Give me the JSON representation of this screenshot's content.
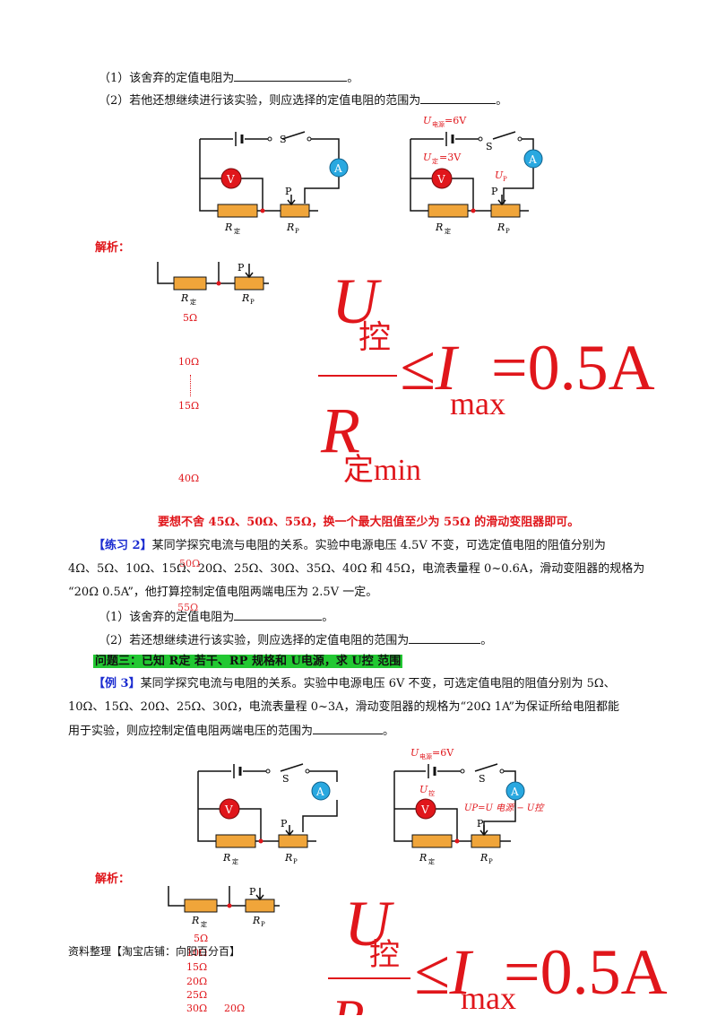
{
  "intro": {
    "q1": "（1）该舍弃的定值电阻为",
    "q1_end": "。",
    "q2": "（2）若他还想继续进行该实验，则应选择的定值电阻的范围为",
    "q2_end": "。"
  },
  "circuit_labels": {
    "switch": "S",
    "ammeter": "A",
    "voltmeter": "V",
    "slider": "P",
    "r_fixed": "R",
    "r_fixed_sub": "定",
    "r_p": "R",
    "r_p_sub": "P",
    "u_source": "U",
    "u_source_sub": "电源",
    "u_source_val": "=6V",
    "u_fixed": "U",
    "u_fixed_sub": "定",
    "u_fixed_val": "=3V",
    "u_p": "U",
    "u_p_sub": "P",
    "u_ctrl": "U",
    "u_ctrl_sub": "控",
    "up_formula": "UP=U 电源 − U控"
  },
  "analysis1": {
    "label": "解析：",
    "resistors": [
      "5Ω",
      "10Ω",
      "15Ω",
      "40Ω",
      "50Ω",
      "55Ω"
    ],
    "formula": {
      "num": "U",
      "num_sub": "控",
      "den": "R",
      "den_sub": "定min",
      "rel": "≤I",
      "rel_sub": "max",
      "val": "=0.5A"
    },
    "conclusion": "要想不舍 45Ω、50Ω、55Ω，换一个最大阻值至少为 55Ω 的滑动变阻器即可。"
  },
  "practice2": {
    "tag": "【练习 2】",
    "line1": "某同学探究电流与电阻的关系。实验中电源电压 4.5V 不变，可选定值电阻的阻值分别为",
    "line2": "4Ω、5Ω、10Ω、15Ω、20Ω、25Ω、30Ω、35Ω、40Ω 和 45Ω，电流表量程 0~0.6A，滑动变阻器的规格为",
    "line3": "“20Ω  0.5A”，他打算控制定值电阻两端电压为 2.5V 一定。",
    "q1": "（1）该舍弃的定值电阻为",
    "q1_end": "。",
    "q2": "（2）若还想继续进行该实验，则应选择的定值电阻的范围为",
    "q2_end": "。"
  },
  "problem3": {
    "heading": "问题三：已知 R定 若干、RP 规格和 U电源，求 U控 范围"
  },
  "example3": {
    "tag": "【例 3】",
    "line1": "某同学探究电流与电阻的关系。实验中电源电压 6V 不变，可选定值电阻的阻值分别为 5Ω、",
    "line2": "10Ω、15Ω、20Ω、25Ω、30Ω，电流表量程 0~3A，滑动变阻器的规格为“20Ω  1A”为保证所给电阻都能",
    "line3": "用于实验，则应控制定值电阻两端电压的范围为",
    "line3_end": "。"
  },
  "analysis2": {
    "label": "解析：",
    "resistors": [
      "5Ω",
      "10Ω",
      "15Ω",
      "20Ω",
      "25Ω",
      "30Ω",
      "20Ω"
    ]
  },
  "footer": "资料整理【淘宝店铺：向阳百分百】",
  "colors": {
    "accent": "#e0161b",
    "blue": "#1a2bd0",
    "highlight": "#22c832",
    "resistor": "#f0a53a",
    "ammeter": "#29a8e0",
    "voltmeter": "#e0161b"
  }
}
